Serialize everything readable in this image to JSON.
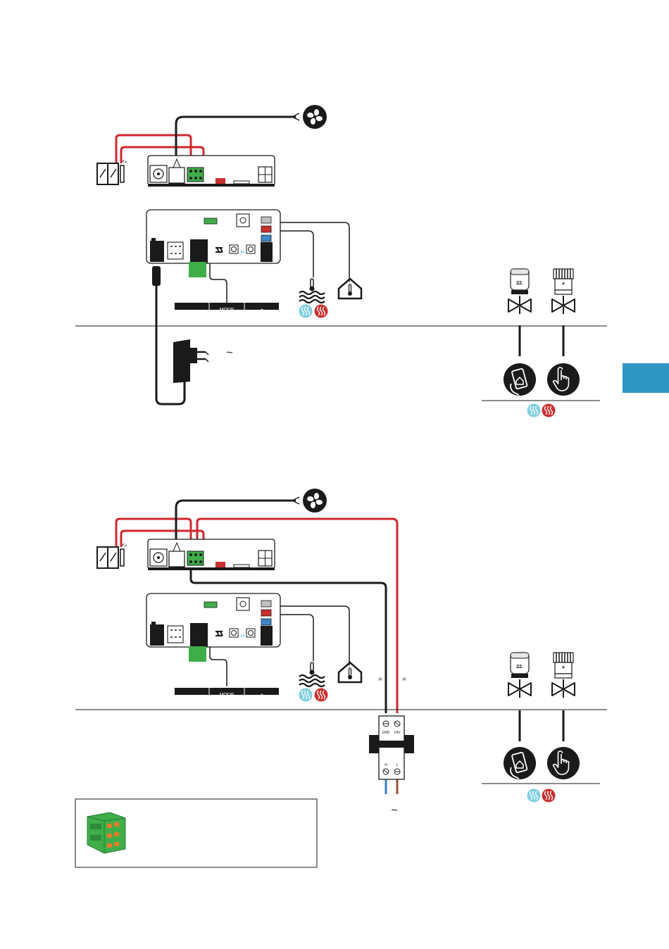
{
  "colors": {
    "wire_red": "#d0262f",
    "wire_black": "#1a1a1a",
    "wire_blue": "#3a7fc4",
    "wire_brown": "#a0522d",
    "connector_green": "#3fae49",
    "tab_blue": "#2f97c1",
    "cool_blue": "#7fcfe0",
    "heat_red": "#c8302f",
    "port_red": "#c8302f",
    "port_blue": "#3c87c8",
    "port_grey": "#bfbfbf"
  },
  "icons": {
    "fan": "fan-icon",
    "window": "window-contact-icon",
    "water_temp": "water-temperature-icon",
    "house_temp": "house-temperature-icon",
    "cooling": "cooling-icon",
    "heating": "heating-icon",
    "smart_head": "smart-thermostatic-head-icon",
    "manual_head": "manual-thermostatic-head-icon",
    "valve": "valve-icon",
    "app_control": "smartphone-app-icon",
    "manual_control": "hand-pointer-icon",
    "adapter": "power-adapter-icon",
    "psu": "din-rail-power-supply-icon",
    "terminal": "green-terminal-connector-icon"
  },
  "diagram1": {
    "keypad_minus": "—",
    "keypad_mode": "MODE",
    "keypad_plus": "+",
    "ac_symbol": "~",
    "thermostat_display": "22."
  },
  "diagram2": {
    "keypad_minus": "—",
    "keypad_mode": "MODE",
    "keypad_plus": "+",
    "psu_gnd": "GND",
    "psu_24v": "24V",
    "psu_n": "N",
    "psu_l": "L",
    "dc_symbol_1": "=",
    "dc_symbol_2": "=",
    "ac_symbol": "~",
    "thermostat_display": "22."
  }
}
